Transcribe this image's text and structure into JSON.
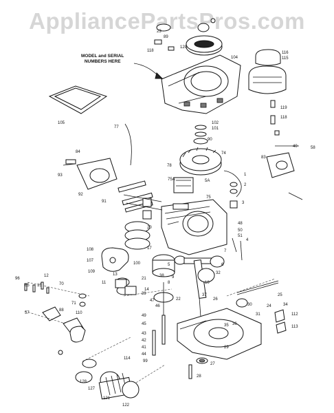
{
  "watermark": "AppliancePartsPros.com",
  "note": {
    "line1": "MODEL and SERIAL",
    "line2": "NUMBERS HERE"
  },
  "callouts": [
    "23",
    "89",
    "118",
    "120",
    "104",
    "116",
    "115",
    "105",
    "77",
    "102",
    "101",
    "119",
    "118",
    "84",
    "83",
    "74",
    "78",
    "90",
    "40",
    "58",
    "93",
    "92",
    "91",
    "75",
    "75A",
    "5A",
    "1",
    "2",
    "3",
    "4",
    "17",
    "20",
    "108",
    "107",
    "109",
    "100",
    "5",
    "6",
    "7",
    "8",
    "9",
    "10",
    "12",
    "96",
    "65",
    "70",
    "71",
    "15",
    "88",
    "57",
    "110",
    "49",
    "45",
    "22",
    "21",
    "14",
    "13",
    "11",
    "24",
    "25",
    "26",
    "27",
    "28",
    "29",
    "30",
    "31",
    "32",
    "34",
    "35",
    "36",
    "37",
    "38",
    "39",
    "43",
    "42",
    "41",
    "44",
    "46",
    "47",
    "48",
    "50",
    "51",
    "99",
    "127",
    "128",
    "121",
    "122",
    "112",
    "113",
    "114"
  ]
}
